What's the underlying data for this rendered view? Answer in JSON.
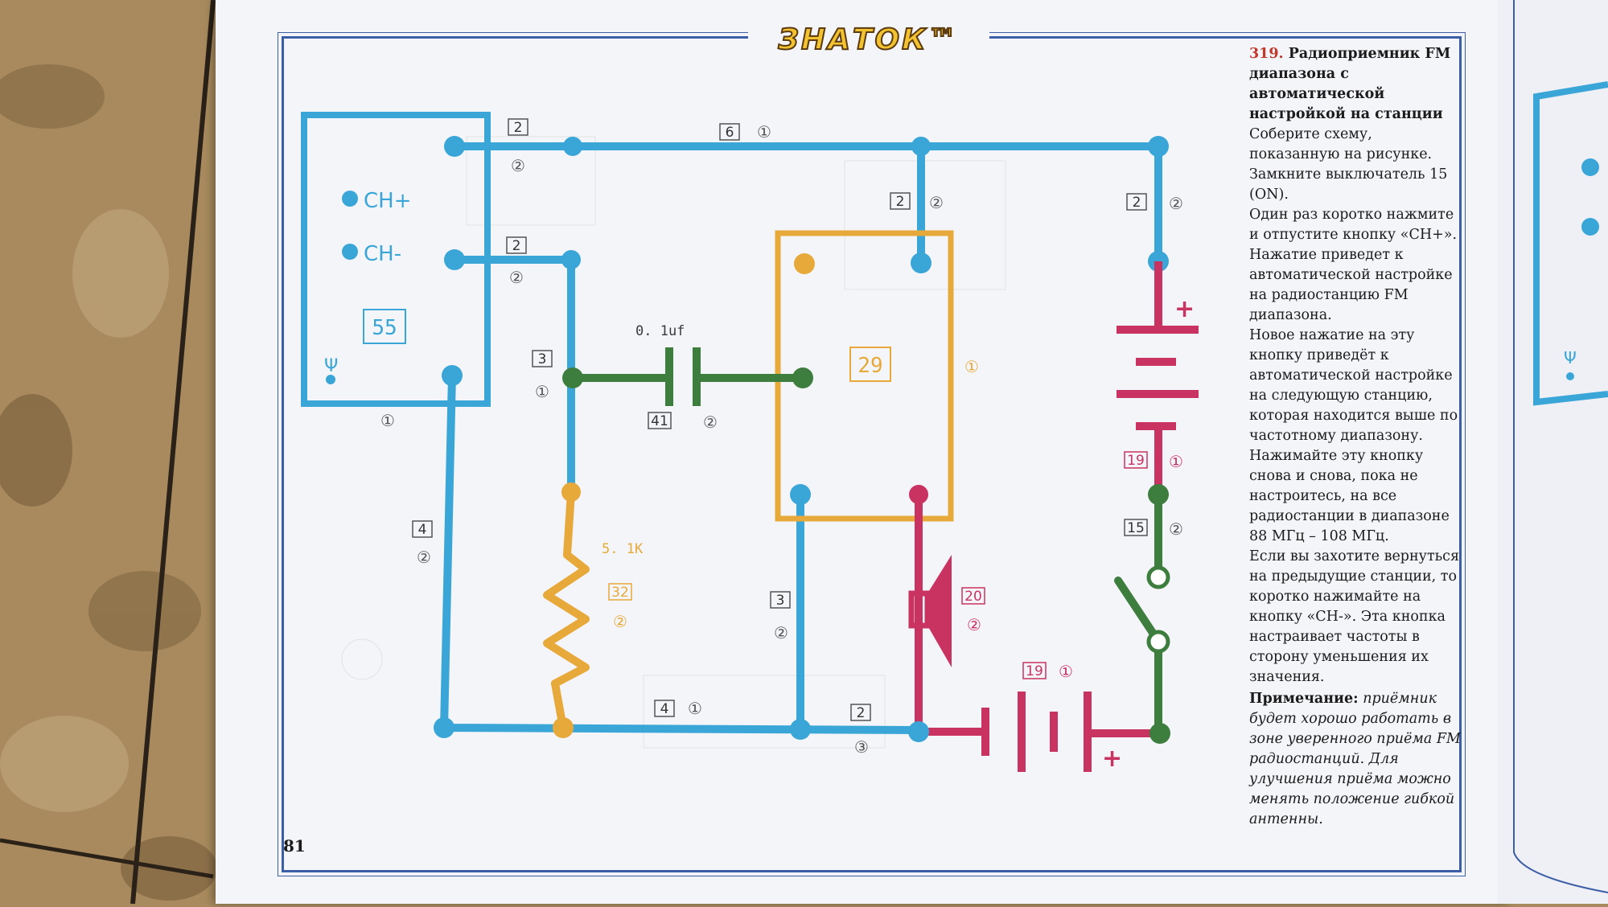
{
  "header": {
    "logo": "ЗНАТОК™"
  },
  "module_block": {
    "ch_plus": "CH+",
    "ch_minus": "CH-",
    "number": "55",
    "antenna_icon": "antenna-icon"
  },
  "ic_block": {
    "number": "29"
  },
  "capacitor": {
    "value": "0. 1uf"
  },
  "resistor": {
    "value": "5. 1K"
  },
  "labels": {
    "wire_2_a": "2",
    "wire_2_b": "2",
    "wire_2_c": "2",
    "wire_2_d": "2",
    "wire_2_e": "2",
    "wire_6": "6",
    "wire_3_a": "3",
    "wire_3_b": "3",
    "wire_4_a": "4",
    "wire_4_b": "4",
    "cap_41": "41",
    "res_32": "32",
    "spk_20": "20",
    "bat_19_a": "19",
    "bat_19_b": "19",
    "sw_15": "15",
    "c1": "①",
    "c2": "②",
    "c3": "③",
    "plus": "+"
  },
  "instructions": {
    "number": "319.",
    "title": "Радиоприемник FM диапазона с автоматической настройкой на станции",
    "body": [
      "Соберите схему, показанную на рисунке.",
      "Замкните выключатель 15 (ON).",
      "Один раз коротко нажмите и отпустите кнопку «CH+». Нажатие приведет к автоматической настройке на радиостанцию FM диапазона.",
      "Новое нажатие на эту кнопку приведёт к автоматической настройке на следующую станцию, которая находится выше по частотному диапазону. Нажимайте эту кнопку снова и снова, пока не настроитесь, на все радиостанции в диапазоне 88 МГц – 108 МГц.",
      "Если вы захотите вернуться на предыдущие станции, то коротко нажимайте на кнопку «CH-». Эта кнопка настраивает частоты в сторону уменьшения их значения."
    ],
    "note_label": "Примечание:",
    "note_text": "приёмник будет хорошо работать в зоне уверенного приёма FM радиостанций. Для улучшения приёма можно менять положение гибкой антенны."
  },
  "page_number": "81",
  "colors": {
    "blue": "#3aa6d8",
    "red": "#c93361",
    "green": "#3d7d3d",
    "orange": "#e6a93a",
    "frame": "#3b5ea6"
  }
}
